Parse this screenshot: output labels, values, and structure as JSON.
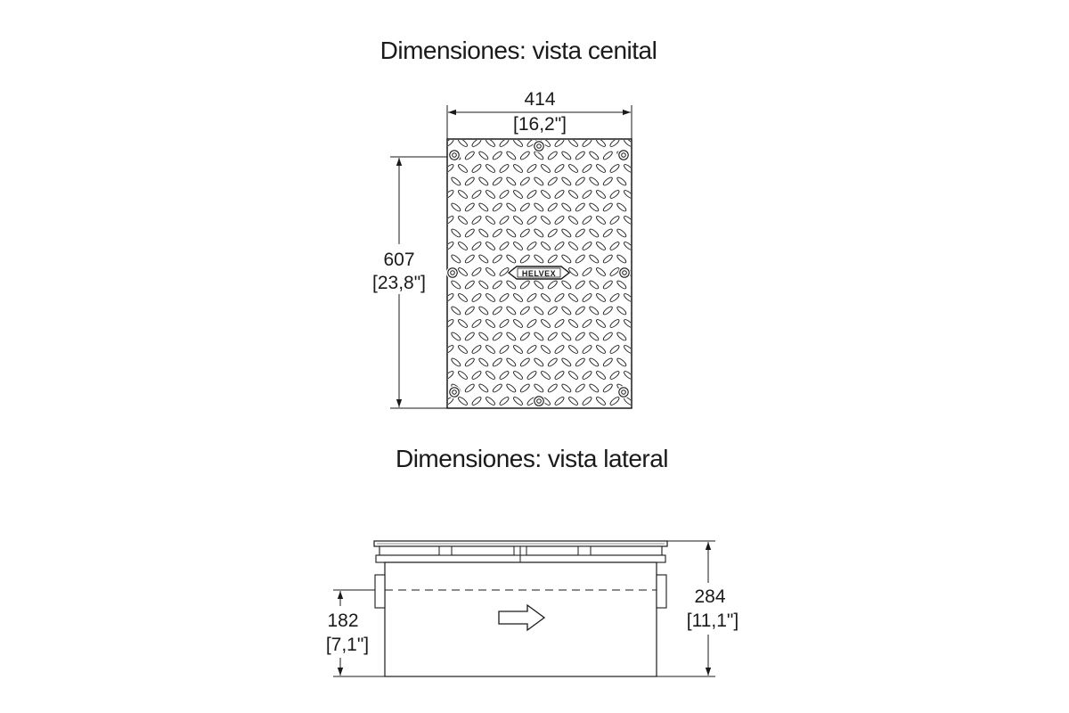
{
  "top_view": {
    "title": "Dimensiones: vista cenital",
    "width": {
      "mm": "414",
      "in": "[16,2\"]"
    },
    "height": {
      "mm": "607",
      "in": "[23,8\"]"
    },
    "logo_text": "HELVEX"
  },
  "side_view": {
    "title": "Dimensiones: vista lateral",
    "outlet_height": {
      "mm": "182",
      "in": "[7,1\"]"
    },
    "total_height": {
      "mm": "284",
      "in": "[11,1\"]"
    }
  }
}
